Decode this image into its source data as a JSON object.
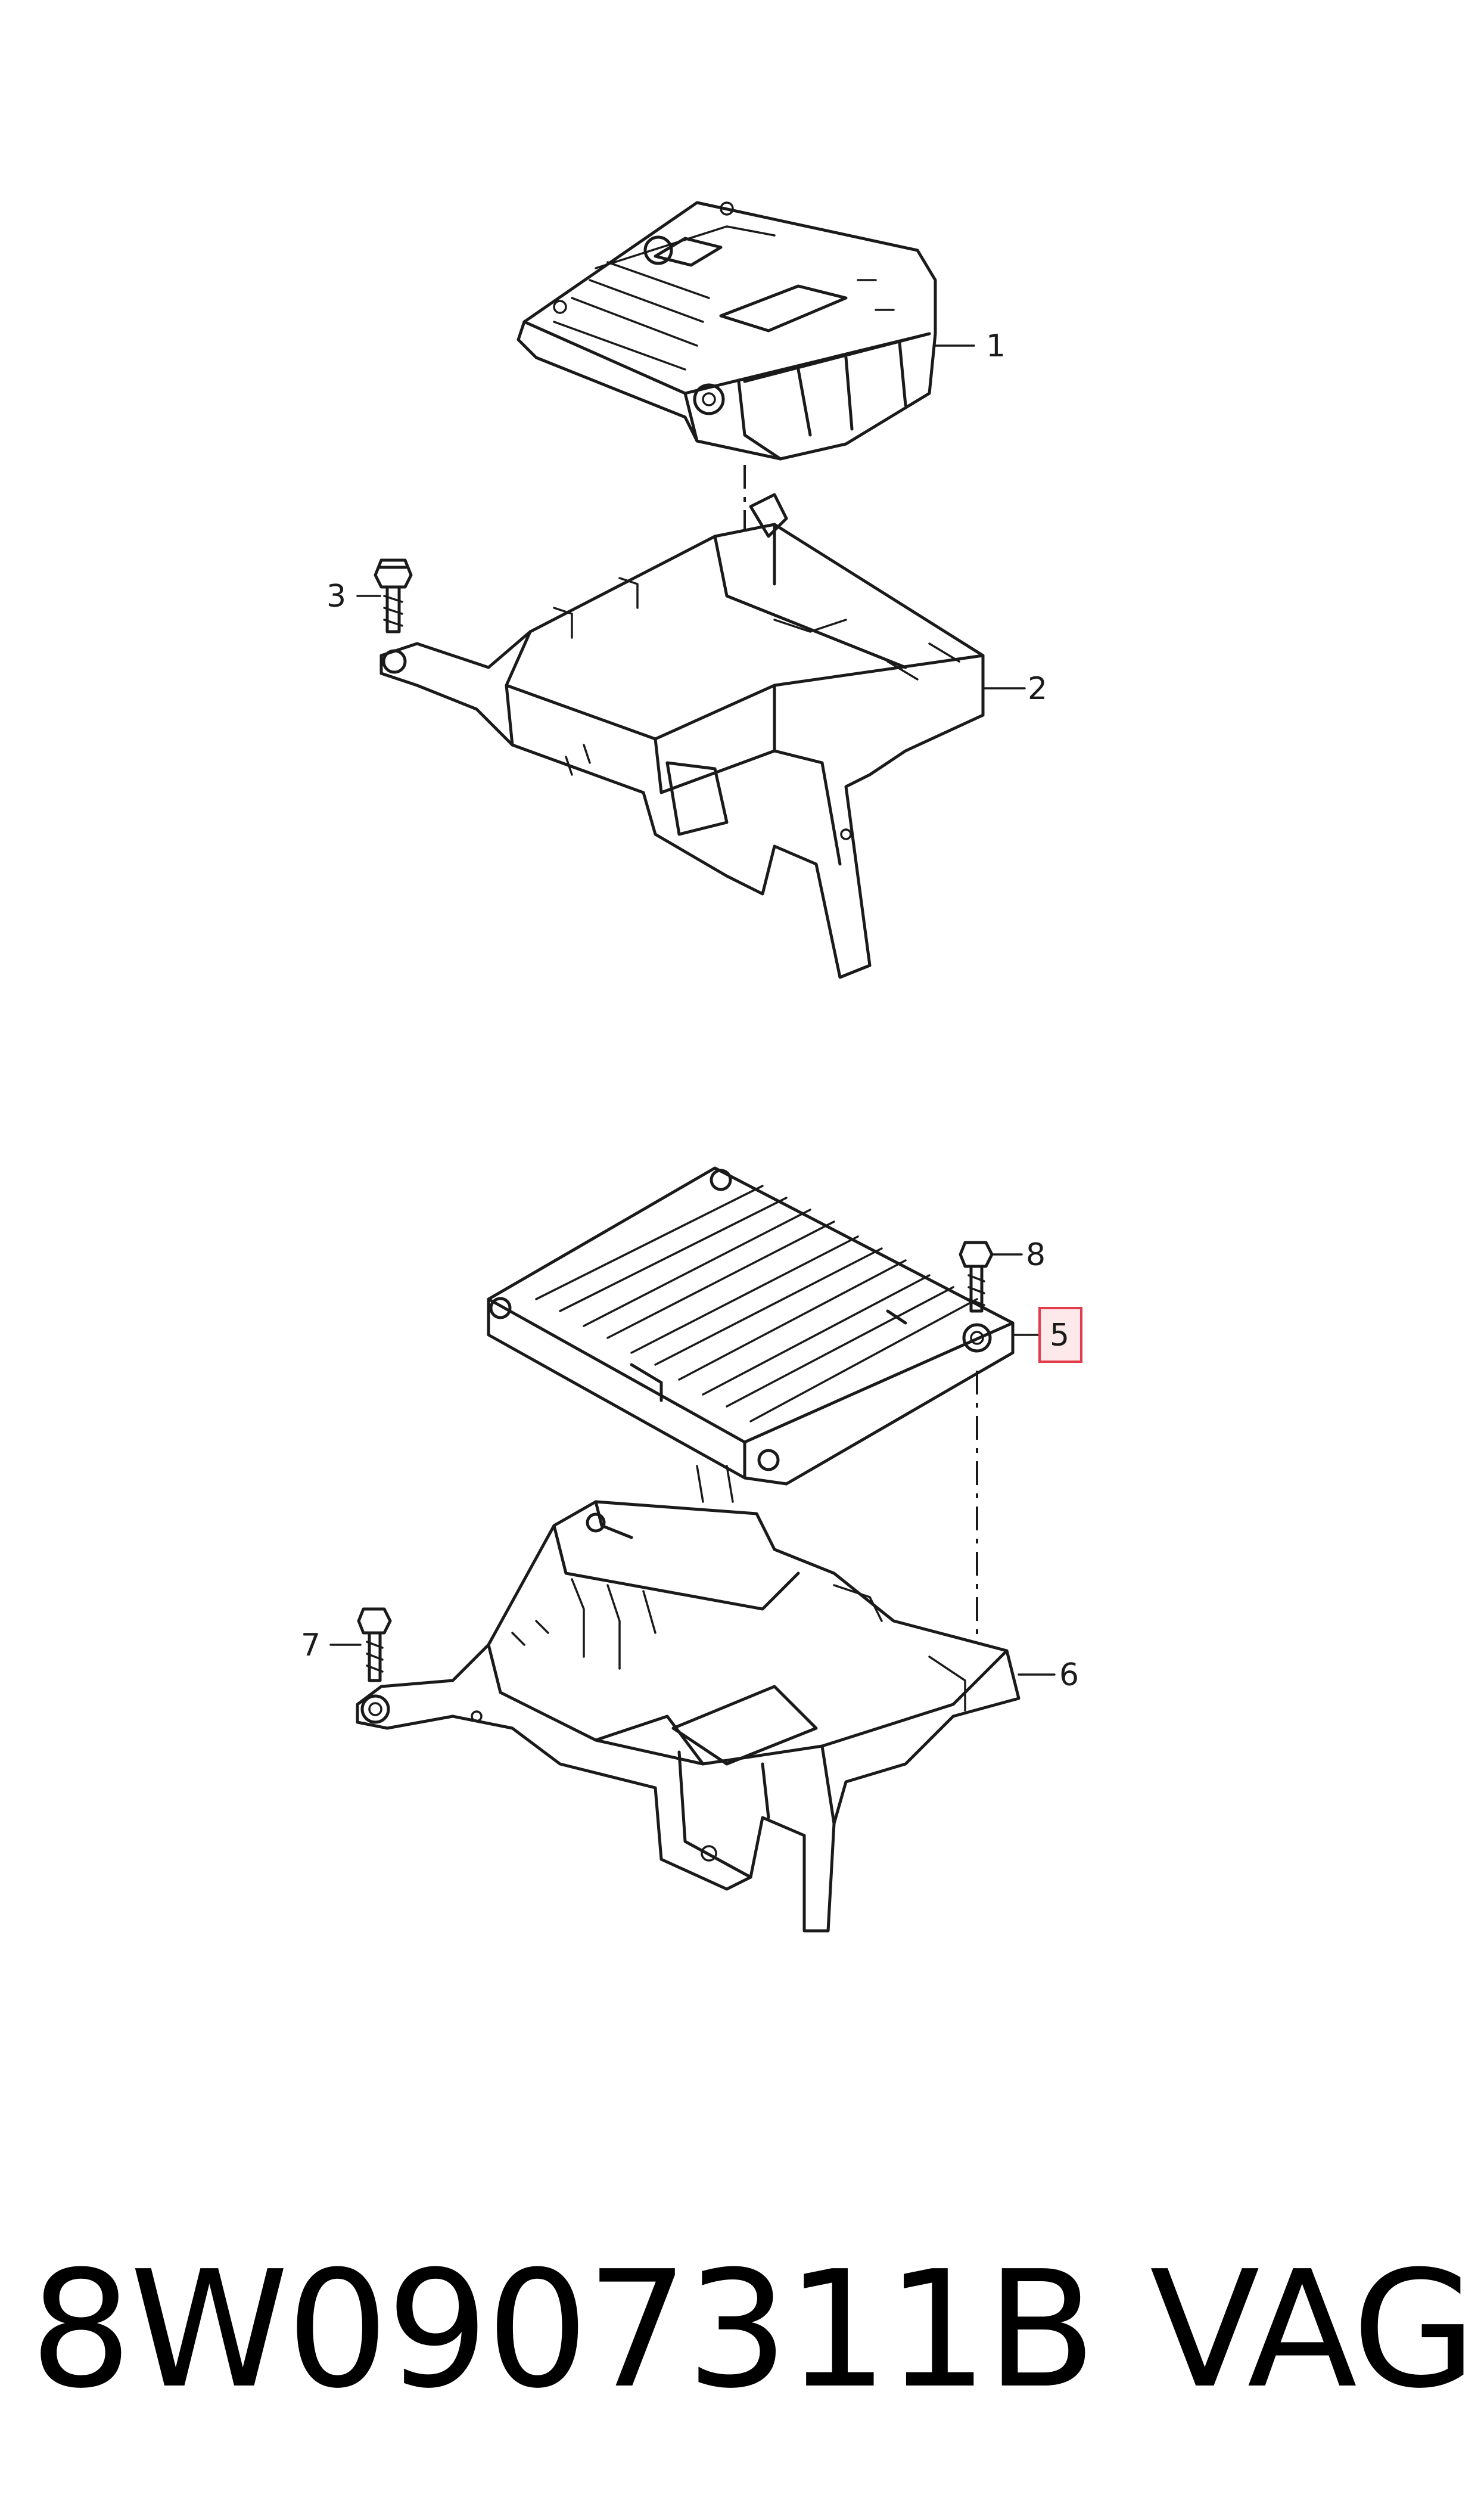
{
  "callouts": {
    "c1": "1",
    "c2": "2",
    "c3": "3",
    "c5": "5",
    "c6": "6",
    "c7": "7",
    "c8": "8"
  },
  "highlighted_callout": "5",
  "highlight_color": "#e23b4a",
  "caption": {
    "part_number": "8W0907311B",
    "brand": "VAG"
  }
}
